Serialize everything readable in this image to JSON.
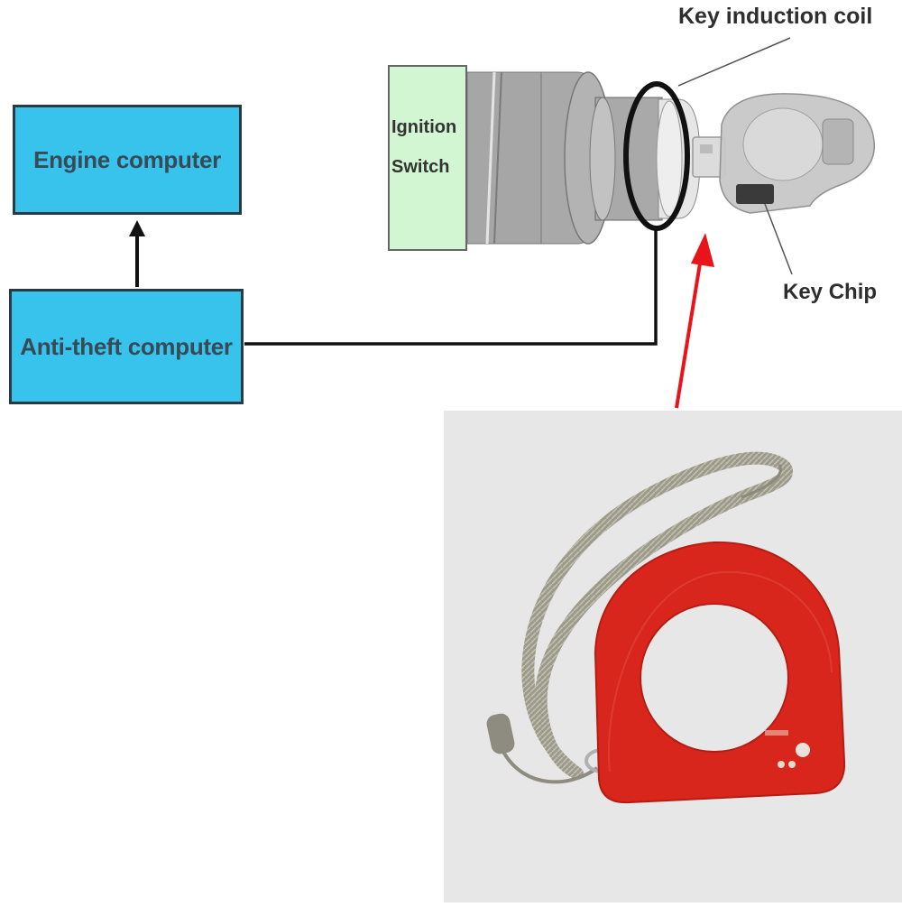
{
  "diagram": {
    "engine_computer": "Engine computer",
    "antitheft_computer": "Anti-theft computer",
    "ignition_switch_line1": "Ignition",
    "ignition_switch_line2": "Switch",
    "key_induction_coil": "Key induction coil",
    "key_chip": "Key Chip"
  },
  "colors": {
    "box_fill": "#37c3ec",
    "ignition_fill": "#d2f5d2",
    "arrow_red": "#e8141a",
    "pcb_red": "#d8261c"
  }
}
